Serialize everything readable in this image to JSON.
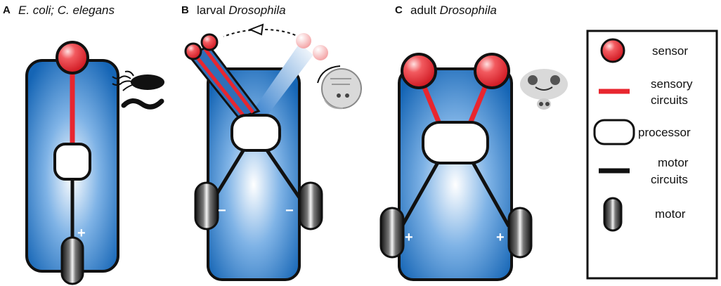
{
  "panels": [
    {
      "letter": "A",
      "title_plain": "",
      "title_italic": "E. coli; C. elegans",
      "signs": [
        "+"
      ]
    },
    {
      "letter": "B",
      "title_plain": "larval ",
      "title_italic": "Drosophila",
      "signs": [
        "−",
        "−"
      ]
    },
    {
      "letter": "C",
      "title_plain": "adult ",
      "title_italic": "Drosophila",
      "signs": [
        "+",
        "+"
      ]
    }
  ],
  "legend": {
    "sensor": "sensor",
    "sensory_line1": "sensory",
    "sensory_line2": "circuits",
    "processor": "processor",
    "motor_circuits_line1": "motor",
    "motor_circuits_line2": "circuits",
    "motor": "motor"
  },
  "colors": {
    "body_dark": "#1565b5",
    "body_light": "#ffffff",
    "sensor_red": "#e8262f",
    "sensory_circuit": "#e8262f",
    "motor_circuit": "#111111",
    "outline": "#111111"
  },
  "icons": [
    "bacterium-icon",
    "worm-icon",
    "larva-head-icon",
    "fly-head-icon"
  ]
}
